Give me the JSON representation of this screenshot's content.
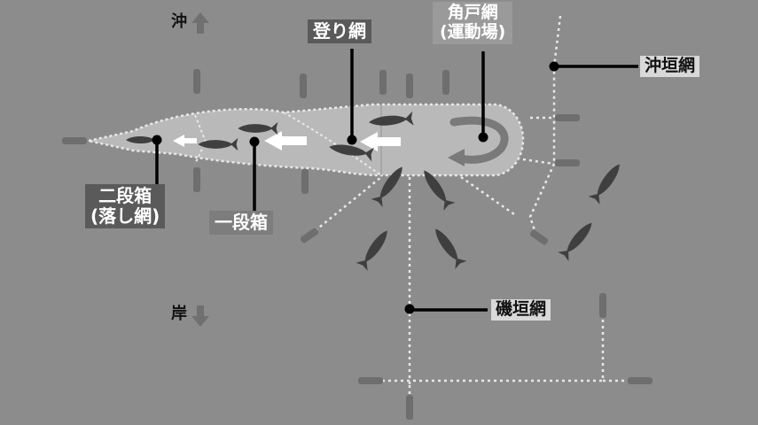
{
  "directions": {
    "offshore": "沖",
    "shore": "岸"
  },
  "labels": {
    "nobori_ami": "登り網",
    "kakudo_ami_line1": "角戸網",
    "kakudo_ami_line2": "(運動場)",
    "oki_gaki_ami": "沖垣網",
    "nidan_bako_line1": "二段箱",
    "nidan_bako_line2": "(落し網)",
    "ichidan_bako": "一段箱",
    "iso_gaki_ami": "磯垣網"
  },
  "colors": {
    "background": "#8c8c8c",
    "net_body": "#b9b9b9",
    "float_rope": "#e8e8e8",
    "buoy": "#6e6e6e",
    "fish": "#3f3f3f",
    "marker_line": "#000000",
    "flow_arrow": "#ffffff",
    "circulation_arrow": "#7a7a7a"
  }
}
